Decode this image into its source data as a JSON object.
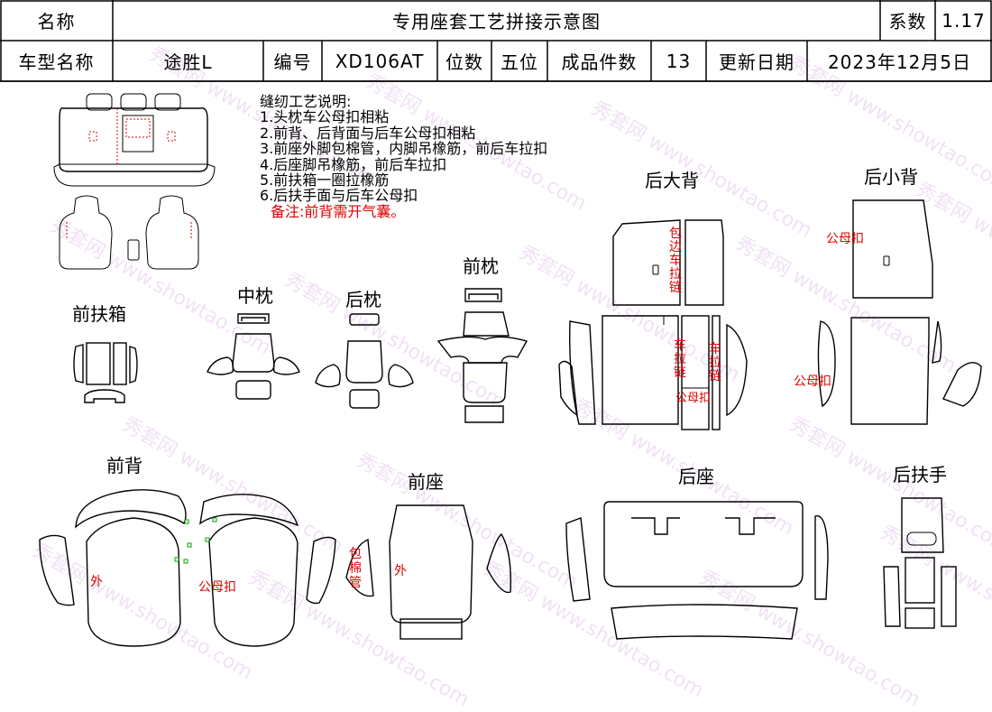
{
  "header": {
    "name_label": "名称",
    "title": "专用座套工艺拼接示意图",
    "coef_label": "系数",
    "coef_value": "1.17",
    "model_label": "车型名称",
    "model_value": "途胜L",
    "code_label": "编号",
    "code_value": "XD106AT",
    "seats_label": "位数",
    "seats_value": "五位",
    "pieces_label": "成品件数",
    "pieces_value": "13",
    "date_label": "更新日期",
    "date_value": "2023年12月5日"
  },
  "notes": {
    "heading": "缝纫工艺说明:",
    "items": [
      "1.头枕车公母扣相粘",
      "2.前背、后背面与后车公母扣相粘",
      "3.前座外脚包棉管，内脚吊橡筋，前后车拉扣",
      "4.后座脚吊橡筋，前后车拉扣",
      "5.前扶箱一圈拉橡筋",
      "6.后扶手面与后车公母扣"
    ],
    "remark": "备注:前背需开气囊。"
  },
  "sections": {
    "front_armrest": "前扶箱",
    "middle_pillow": "中枕",
    "rear_pillow": "后枕",
    "front_pillow": "前枕",
    "rear_big_back": "后大背",
    "rear_small_back": "后小背",
    "front_back": "前背",
    "front_seat": "前座",
    "rear_seat": "后座",
    "rear_armrest": "后扶手"
  },
  "annotations": {
    "edge_zip": [
      "包",
      "边",
      "车",
      "拉",
      "链"
    ],
    "zip_left": [
      "车",
      "拉",
      "链"
    ],
    "zip_right": [
      "车",
      "拉",
      "链"
    ],
    "snap_mid": "公母扣",
    "snap_small_back": "公母扣",
    "snap_side": "公母扣",
    "snap_front_back": "公母扣",
    "outer_front_back": "外",
    "outer_front_seat": "外",
    "cotton_tube": [
      "包",
      "棉",
      "管"
    ]
  },
  "watermark": "秀套网 www.showtao.com",
  "colors": {
    "annotation": "#e00000",
    "line": "#000000",
    "watermark": "#c88cd8"
  }
}
